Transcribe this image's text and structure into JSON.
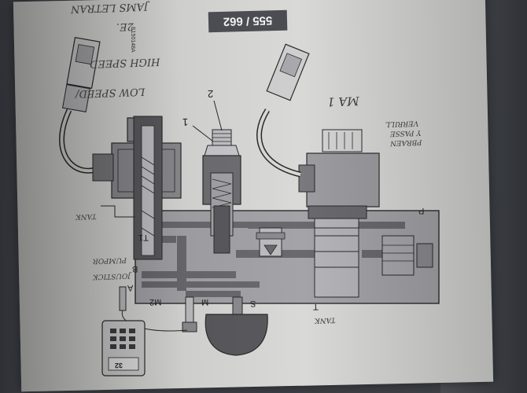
{
  "page_indicator": "555 / 662",
  "ref_code": "E150148A",
  "callouts": {
    "one": "1",
    "two": "2"
  },
  "ports": {
    "T1": "T1",
    "B": "B",
    "A": "A",
    "M2": "M2",
    "M": "M",
    "S": "S",
    "T": "T",
    "P": "P"
  },
  "handwriting": {
    "low_speed": "LOW SPEED/",
    "high_speed": "HIGH SPEED",
    "deux": "2E.",
    "jams": "JAMS LETRAN",
    "ma": "MA 1",
    "pbraen": "PBRAEN",
    "passe": "Y PASSE",
    "verrill": "VERRILL",
    "tank_top": "TANK",
    "tank_bottom": "TANK",
    "joystick": "JOUSTICK",
    "pumpor": "PUMPOR"
  },
  "device_screen": "32",
  "colors": {
    "paper": "#d9d9d7",
    "body_gray": "#8c8b8f",
    "dark_gray": "#4f4e52",
    "line": "#2b2b2b"
  }
}
